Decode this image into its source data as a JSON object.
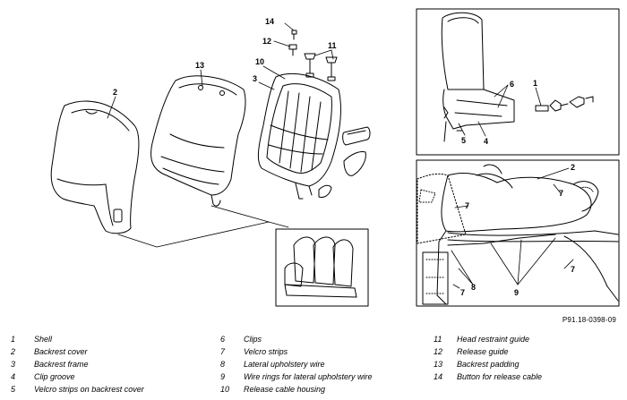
{
  "reference_code": "P91.18-0398-09",
  "callouts": {
    "main": [
      "2",
      "13",
      "3",
      "10",
      "14",
      "12",
      "11"
    ],
    "inset_top": [
      "6",
      "1",
      "5",
      "4"
    ],
    "inset_bottom": [
      "2",
      "7",
      "7",
      "7",
      "7",
      "8",
      "9"
    ]
  },
  "legend": [
    {
      "num": "1",
      "text": "Shell"
    },
    {
      "num": "2",
      "text": "Backrest cover"
    },
    {
      "num": "3",
      "text": "Backrest frame"
    },
    {
      "num": "4",
      "text": "Clip groove"
    },
    {
      "num": "5",
      "text": "Velcro strips on backrest cover"
    },
    {
      "num": "6",
      "text": "Clips"
    },
    {
      "num": "7",
      "text": "Velcro strips"
    },
    {
      "num": "8",
      "text": "Lateral upholstery wire"
    },
    {
      "num": "9",
      "text": "Wire rings for lateral upholstery wire"
    },
    {
      "num": "10",
      "text": "Release cable housing"
    },
    {
      "num": "11",
      "text": "Head restraint guide"
    },
    {
      "num": "12",
      "text": "Release guide"
    },
    {
      "num": "13",
      "text": "Backrest padding"
    },
    {
      "num": "14",
      "text": "Button for release cable"
    }
  ]
}
